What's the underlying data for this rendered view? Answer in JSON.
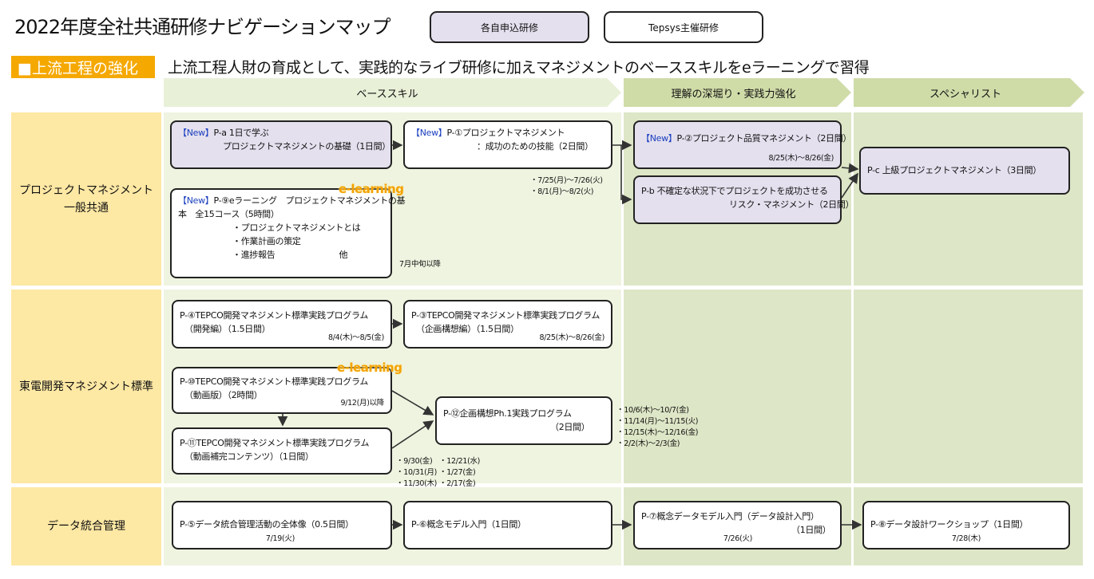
{
  "title": "2022年度全社共通研修ナビゲーションマップ",
  "legend": {
    "self_apply": "各自申込研修",
    "tepsys": "Tepsys主催研修"
  },
  "section": {
    "tag": "■上流工程の強化",
    "subtitle": "上流工程人財の育成として、実践的なライブ研修に加えマネジメントのベーススキルをeラーニングで習得"
  },
  "phases": [
    "ベーススキル",
    "理解の深堀り・実践力強化",
    "スペシャリスト"
  ],
  "rows": [
    "プロジェクトマネジメント\n一般共通",
    "東電開発マネジメント標準",
    "データ統合管理"
  ],
  "elearning_label": "e-learning",
  "courses": {
    "pa": {
      "new": "【New】",
      "l1": "P-a 1日で学ぶ",
      "l2": "プロジェクトマネジメントの基礎（1日間）"
    },
    "p1": {
      "new": "【New】",
      "l1": "P-①プロジェクトマネジメント",
      "l2": "：成功のための技能（2日間）",
      "dates": [
        "・7/25(月)～7/26(火)",
        "・8/1(月)～8/2(火)"
      ]
    },
    "p9": {
      "new": "【New】",
      "l1": "P-⑨eラーニング　プロジェクトマネジメントの基",
      "l2": "本　全15コース（5時間）",
      "b1": "・プロジェクトマネジメントとは",
      "b2": "・作業計画の策定",
      "b3": "・進捗報告",
      "b3b": "他",
      "date": "7月中旬以降"
    },
    "p2": {
      "new": "【New】",
      "l1": "P-②プロジェクト品質マネジメント（2日間）",
      "date": "8/25(木)～8/26(金)"
    },
    "pb": {
      "l1": "P-b 不確定な状況下でプロジェクトを成功させる",
      "l2": "リスク・マネジメント（2日間）"
    },
    "pc": {
      "l1": "P-c 上級プロジェクトマネジメント（3日間）"
    },
    "p4": {
      "l1": "P-④TEPCO開発マネジメント標準実践プログラム",
      "l2": "（開発編）（1.5日間）",
      "date": "8/4(木)～8/5(金)"
    },
    "p3": {
      "l1": "P-③TEPCO開発マネジメント標準実践プログラム",
      "l2": "（企画構想編）（1.5日間）",
      "date": "8/25(木)～8/26(金)"
    },
    "p10": {
      "l1": "P-⑩TEPCO開発マネジメント標準実践プログラム",
      "l2": "（動画版）（2時間）",
      "date": "9/12(月)以降"
    },
    "p11": {
      "l1": "P-⑪TEPCO開発マネジメント標準実践プログラム",
      "l2": "（動画補完コンテンツ）（1日間）",
      "dates_a": [
        "・9/30(金)",
        "・10/31(月)",
        "・11/30(木)"
      ],
      "dates_b": [
        "・12/21(水)",
        "・1/27(金)",
        "・2/17(金)"
      ]
    },
    "p12": {
      "l1": "P-⑫企画構想Ph.1実践プログラム",
      "l2": "（2日間）",
      "dates": [
        "・10/6(木)～10/7(金)",
        "・11/14(月)～11/15(火)",
        "・12/15(木)～12/16(金)",
        "・2/2(木)～2/3(金)"
      ]
    },
    "p5": {
      "l1": "P-⑤データ統合管理活動の全体像（0.5日間）",
      "date": "7/19(火)"
    },
    "p6": {
      "l1": "P-⑥概念モデル入門（1日間）"
    },
    "p7": {
      "l1": "P-⑦概念データモデル入門（データ設計入門）",
      "l2": "（1日間）",
      "date": "7/26(火)"
    },
    "p8": {
      "l1": "P-⑧データ設計ワークショップ（1日間）",
      "date": "7/28(木)"
    }
  },
  "colors": {
    "orange": "#f5a800",
    "row_label_bg": "#fde8a4",
    "col1_bg": "#eef4e0",
    "col2_bg": "#dde6c6",
    "col3_bg": "#dde6c6",
    "phase1": "#e8f0d8",
    "phase2": "#cfdca8",
    "phase3": "#cfdca8",
    "purple_box": "#e4e0ee",
    "new_text": "#1a3fbf"
  }
}
